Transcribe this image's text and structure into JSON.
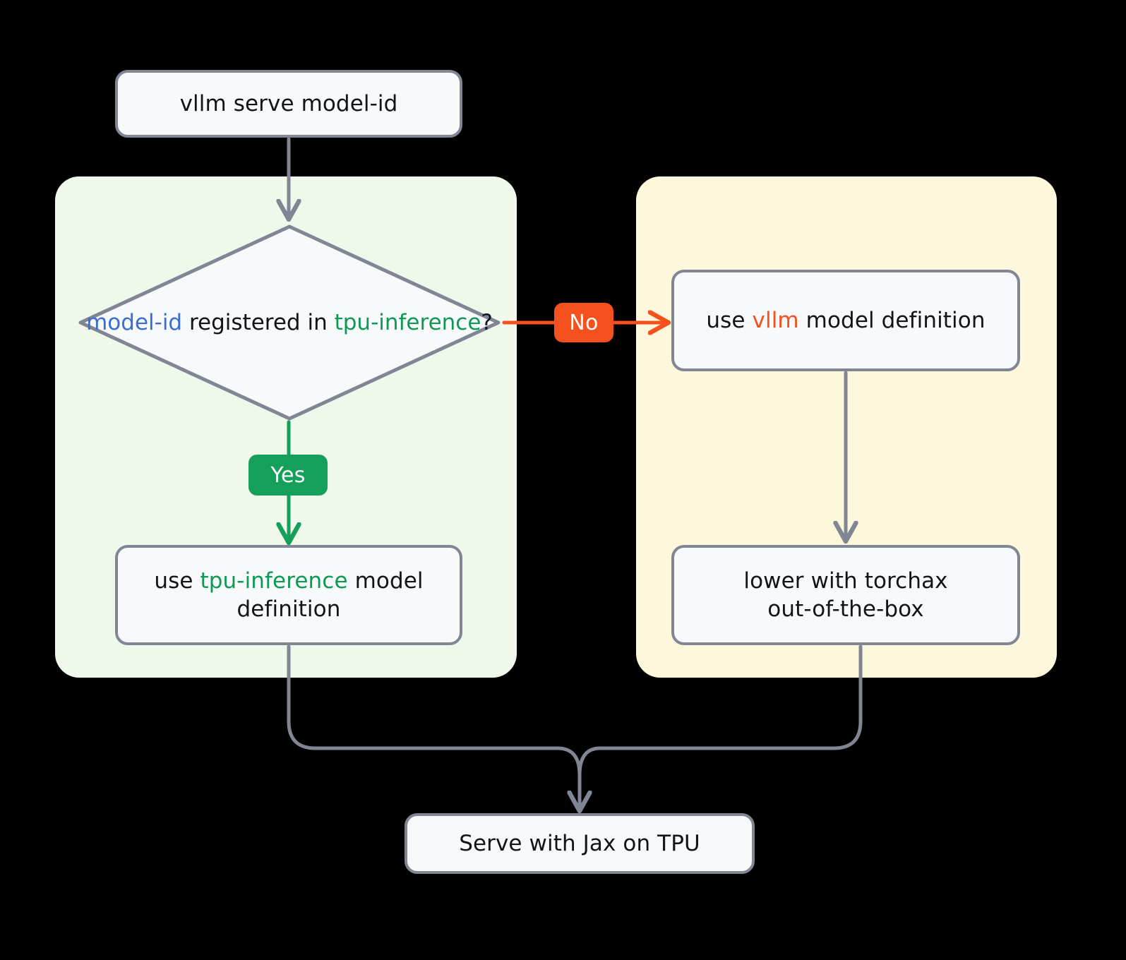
{
  "diagram": {
    "title": "vllm serve on TPU model-resolution flow",
    "background": "#000000",
    "edge_color": "#808693",
    "node_fill": "#F8F9FA",
    "node_border": "#808693",
    "text_color": "#111418"
  },
  "panels": [
    {
      "id": "tpu-inference-panel",
      "fill": "#EFF8EA"
    },
    {
      "id": "vllm-panel",
      "fill": "#FDF7DB"
    }
  ],
  "nodes": {
    "serve_cmd": {
      "text": "vllm serve model-id"
    },
    "decision": {
      "line1_a": "model-id",
      "line1_b": " registered",
      "line2_a": "in ",
      "line2_b": "tpu-inference",
      "line2_c": "?"
    },
    "use_vllm": {
      "a": "use ",
      "b": "vllm",
      "c": " model definition"
    },
    "use_tpu": {
      "line1_a": "use ",
      "line1_b": "tpu-inference",
      "line1_c": " model",
      "line2": "definition"
    },
    "lower": {
      "line1": "lower with torchax",
      "line2": "out-of-the-box"
    },
    "serve_jax": {
      "text": "Serve with Jax on TPU"
    }
  },
  "edge_labels": {
    "yes": {
      "text": "Yes",
      "color": "#14A05A"
    },
    "no": {
      "text": "No",
      "color": "#F4511E"
    }
  },
  "token_colors": {
    "model_id": "#3A6FD0",
    "tpu_inference": "#0E9A55",
    "vllm": "#F4511E"
  }
}
